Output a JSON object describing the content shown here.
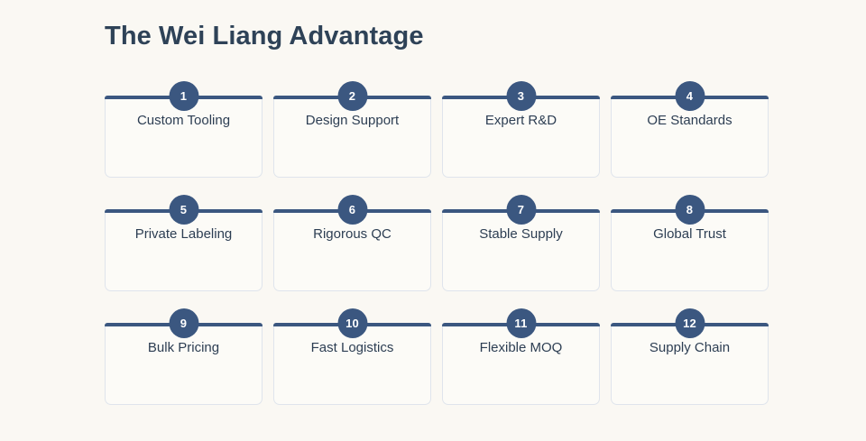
{
  "header": {
    "title": "The Wei Liang Advantage"
  },
  "theme": {
    "background": "#faf8f3",
    "accent": "#3b5780",
    "card_background": "#fcfbf7",
    "card_border": "#dfe4ec",
    "title_color": "#2e4257",
    "label_color": "#2d3e53",
    "badge_text_color": "#ffffff"
  },
  "grid": {
    "columns": 4,
    "rows": 3,
    "cards": [
      {
        "number": "1",
        "label": "Custom Tooling"
      },
      {
        "number": "2",
        "label": "Design Support"
      },
      {
        "number": "3",
        "label": "Expert R&D"
      },
      {
        "number": "4",
        "label": "OE Standards"
      },
      {
        "number": "5",
        "label": "Private Labeling"
      },
      {
        "number": "6",
        "label": "Rigorous QC"
      },
      {
        "number": "7",
        "label": "Stable Supply"
      },
      {
        "number": "8",
        "label": "Global Trust"
      },
      {
        "number": "9",
        "label": "Bulk Pricing"
      },
      {
        "number": "10",
        "label": "Fast Logistics"
      },
      {
        "number": "11",
        "label": "Flexible MOQ"
      },
      {
        "number": "12",
        "label": "Supply Chain"
      }
    ]
  }
}
